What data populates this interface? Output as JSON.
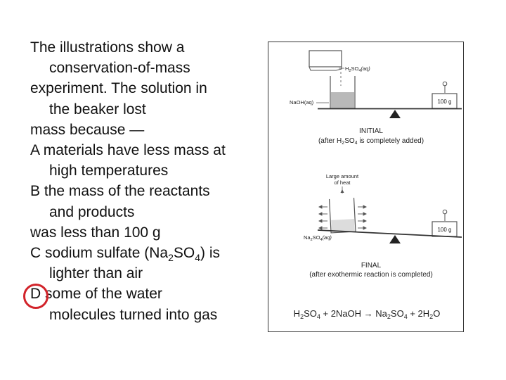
{
  "question": {
    "stem_l1": "The illustrations show a",
    "stem_l2": "conservation-of-mass",
    "stem_l3": "experiment. The solution in",
    "stem_l4": "the beaker lost",
    "stem_l5": "mass because —",
    "options": {
      "A": {
        "letter": "A",
        "l1": "materials have less mass at",
        "l2": "high temperatures"
      },
      "B": {
        "letter": "B",
        "l1": "the mass of the reactants",
        "l2": "and products",
        "l3": "was less than 100 g"
      },
      "C": {
        "letter": "C",
        "l1_a": "sodium sulfate (Na",
        "sub1": "2",
        "l1_b": "SO",
        "sub2": "4",
        "l1_c": ") is",
        "l2": "lighter than air"
      },
      "D": {
        "letter": "D",
        "l1": "some of the water",
        "l2": "molecules turned into gas"
      }
    },
    "selected": "D",
    "highlight_color": "#d2232a"
  },
  "figure": {
    "initial": {
      "pour_label": "H",
      "pour_sub1": "2",
      "pour_mid": "SO",
      "pour_sub2": "4",
      "pour_end": "(aq)",
      "beaker_label": "NaOH(aq)",
      "weight": "100 g",
      "title": "INITIAL",
      "caption_a": "(after H",
      "caption_sub1": "2",
      "caption_b": "SO",
      "caption_sub2": "4",
      "caption_c": " is completely added)"
    },
    "final": {
      "heat_l1": "Large amount",
      "heat_l2": "of heat",
      "beaker_a": "Na",
      "beaker_sub1": "2",
      "beaker_b": "SO",
      "beaker_sub2": "4",
      "beaker_c": "(aq)",
      "weight": "100 g",
      "title": "FINAL",
      "caption": "(after exothermic reaction is completed)"
    },
    "equation": {
      "p1": "H",
      "s1": "2",
      "p2": "SO",
      "s2": "4",
      "p3": " + 2NaOH ",
      "arrow": "→",
      "p4": " Na",
      "s3": "2",
      "p5": "SO",
      "s4": "4",
      "p6": " + 2H",
      "s5": "2",
      "p7": "O"
    }
  }
}
